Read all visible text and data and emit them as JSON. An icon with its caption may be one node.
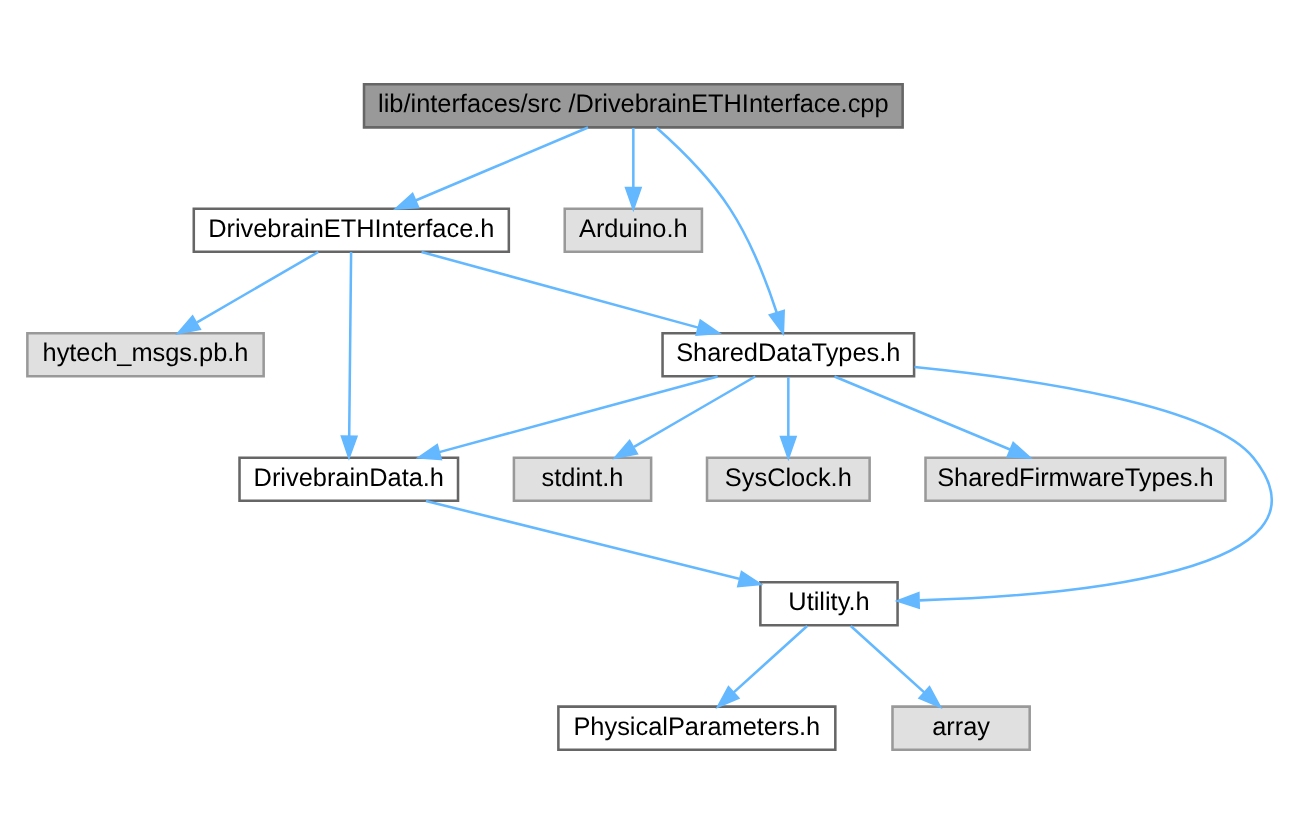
{
  "diagram": {
    "nodes": [
      {
        "text": [
          "lib/interfaces/src /DrivebrainETHInterface.cpp"
        ]
      },
      {
        "text": [
          "DrivebrainETHInterface.h"
        ]
      },
      {
        "text": [
          "Arduino.h"
        ]
      },
      {
        "text": [
          "hytech_msgs.pb.h"
        ]
      },
      {
        "text": [
          "SharedDataTypes.h"
        ]
      },
      {
        "text": [
          "DrivebrainData.h"
        ]
      },
      {
        "text": [
          "stdint.h"
        ]
      },
      {
        "text": [
          "SysClock.h"
        ]
      },
      {
        "text": [
          "SharedFirmwareTypes.h"
        ]
      },
      {
        "text": [
          "Utility.h"
        ]
      },
      {
        "text": [
          "PhysicalParameters.h"
        ]
      },
      {
        "text": [
          "array"
        ]
      }
    ],
    "edges": [
      {
        "from": 0,
        "to": 1,
        "arrow": "to"
      },
      {
        "from": 0,
        "to": 4,
        "arrow": "to"
      },
      {
        "from": 0,
        "to": 2,
        "arrow": "to"
      },
      {
        "from": 1,
        "to": 3,
        "arrow": "to"
      },
      {
        "from": 1,
        "to": 4,
        "arrow": "to"
      },
      {
        "from": 1,
        "to": 5,
        "arrow": "to"
      },
      {
        "from": 4,
        "to": 5,
        "arrow": "to"
      },
      {
        "from": 4,
        "to": 9,
        "arrow": "to"
      },
      {
        "from": 4,
        "to": 6,
        "arrow": "to"
      },
      {
        "from": 4,
        "to": 7,
        "arrow": "to"
      },
      {
        "from": 4,
        "to": 8,
        "arrow": "to"
      },
      {
        "from": 5,
        "to": 9,
        "arrow": "to"
      },
      {
        "from": 9,
        "to": 10,
        "arrow": "to"
      },
      {
        "from": 9,
        "to": 11,
        "arrow": "to"
      }
    ]
  }
}
